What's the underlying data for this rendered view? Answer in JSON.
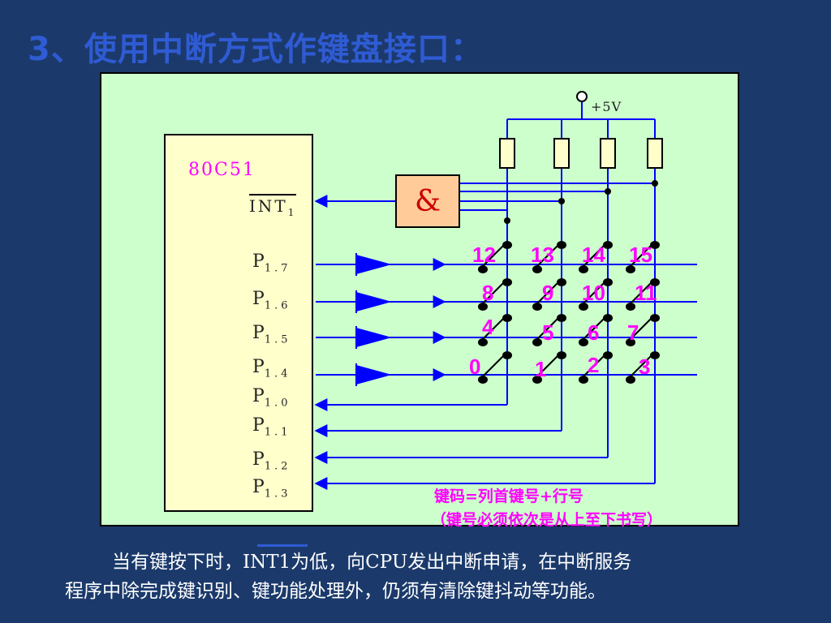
{
  "slide": {
    "title": "3、使用中断方式作键盘接口："
  },
  "diagram": {
    "chip_name": "80C51",
    "int_pin": {
      "name": "INT",
      "sub": "1"
    },
    "pins": [
      {
        "name": "P",
        "sub": "1.7"
      },
      {
        "name": "P",
        "sub": "1.6"
      },
      {
        "name": "P",
        "sub": "1.5"
      },
      {
        "name": "P",
        "sub": "1.4"
      },
      {
        "name": "P",
        "sub": "1.0"
      },
      {
        "name": "P",
        "sub": "1.1"
      },
      {
        "name": "P",
        "sub": "1.2"
      },
      {
        "name": "P",
        "sub": "1.3"
      }
    ],
    "and_gate_symbol": "&",
    "vcc_label": "+5V",
    "keys": {
      "row0": [
        "12",
        "13",
        "14",
        "15"
      ],
      "row1": [
        "8",
        "9",
        "10",
        "11"
      ],
      "row2": [
        "4",
        "5",
        "6",
        "7"
      ],
      "row3": [
        "0",
        "1",
        "2",
        "3"
      ]
    },
    "note_line1": "键码=列首键号+行号",
    "note_line2": "（键号必须依次是从上至下书写）"
  },
  "description": {
    "line1": "当有键按下时，INT1为低，向CPU发出中断申请，在中断服务",
    "line2": "程序中除完成键识别、键功能处理外，仍须有清除键抖动等功能。"
  },
  "colors": {
    "background": "#1b3a6b",
    "title": "#2f5bd3",
    "panel": "#ccffcc",
    "chip": "#ffffcc",
    "gate": "#ffcc99",
    "wire": "#0000ff",
    "key_label": "#ff00ff"
  }
}
